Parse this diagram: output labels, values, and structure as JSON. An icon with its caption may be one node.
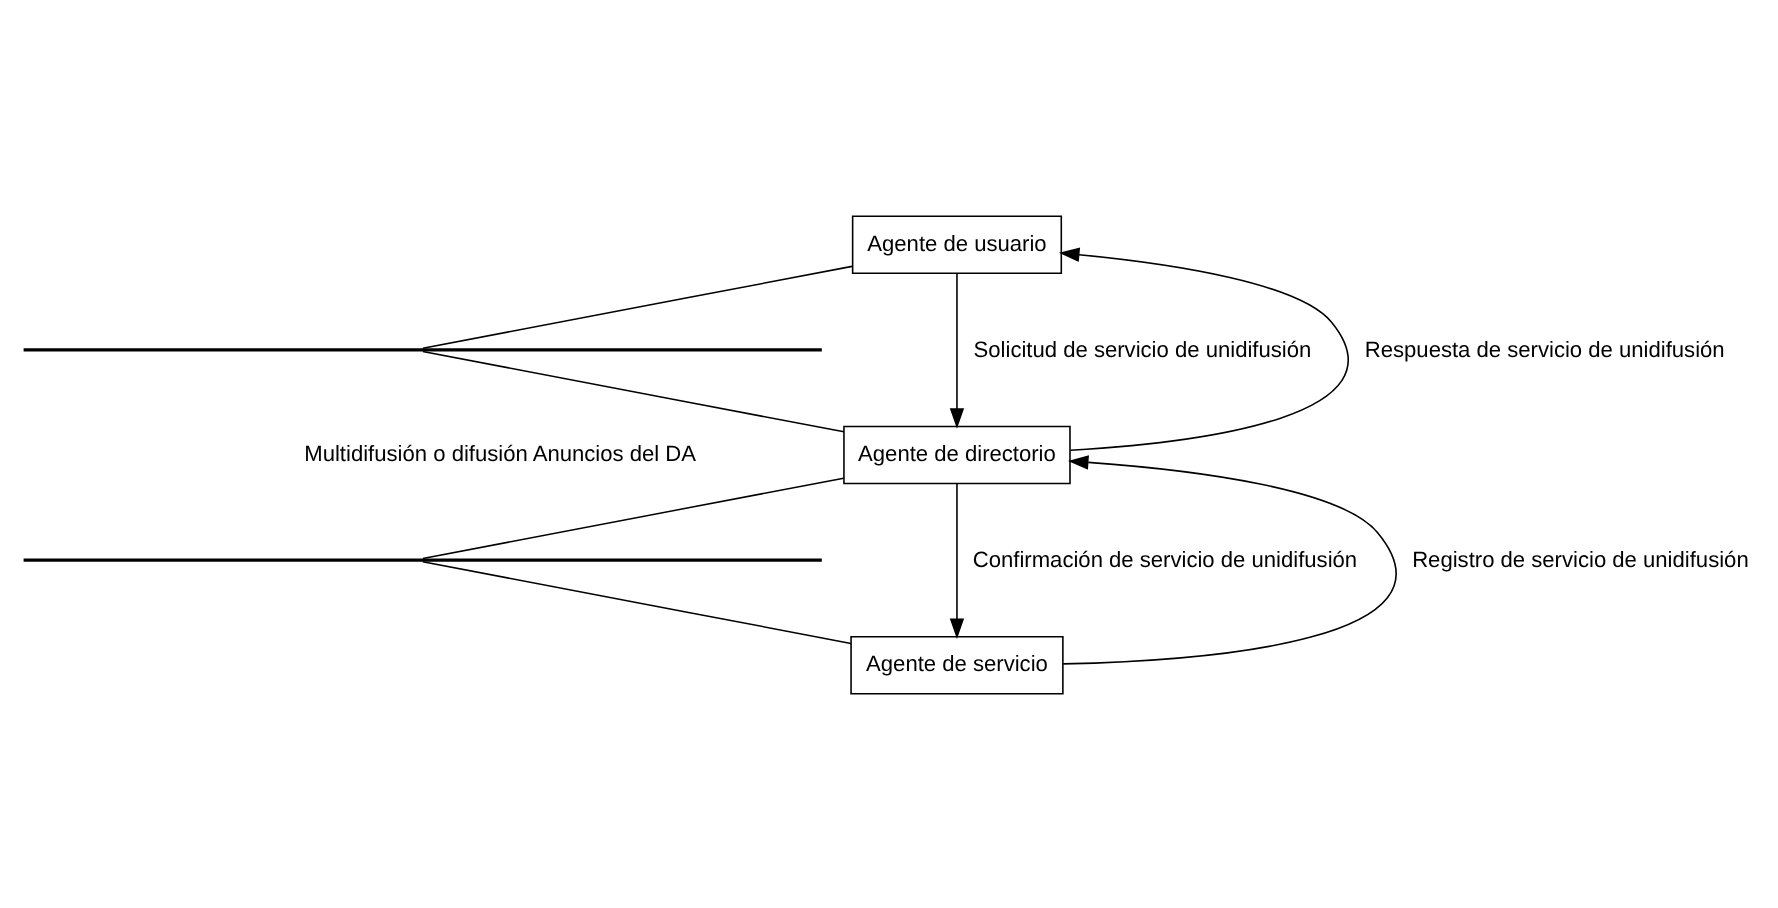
{
  "diagram": {
    "nodes": [
      {
        "text": [
          "Agente de usuario"
        ]
      },
      {
        "text": [],
        "shape": "bar"
      },
      {
        "text": [
          "Agente de directorio"
        ]
      },
      {
        "text": [],
        "shape": "bar"
      },
      {
        "text": [
          "Agente de servicio"
        ]
      }
    ],
    "edges": [
      {
        "from": 0,
        "to": 1,
        "arrow": "none"
      },
      {
        "from": 2,
        "to": 1,
        "arrow": "none"
      },
      {
        "from": 2,
        "to": 3,
        "arrow": "none"
      },
      {
        "from": 4,
        "to": 3,
        "arrow": "none"
      },
      {
        "from": 0,
        "to": 2,
        "arrow": "to",
        "label": "Solicitud de servicio de unidifusión"
      },
      {
        "from": 2,
        "to": 0,
        "arrow": "to",
        "label": "Respuesta de servicio de unidifusión"
      },
      {
        "from": 2,
        "to": 4,
        "arrow": "to",
        "label": "Confirmación de servicio de unidifusión"
      },
      {
        "from": 4,
        "to": 2,
        "arrow": "to",
        "label": "Registro de servicio de unidifusión"
      }
    ],
    "labels": [
      "Multidifusión o difusión Anuncios del DA"
    ]
  }
}
